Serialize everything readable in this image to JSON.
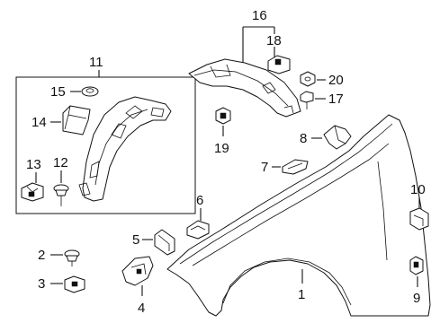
{
  "diagram": {
    "callouts": {
      "c1": "1",
      "c2": "2",
      "c3": "3",
      "c4": "4",
      "c5": "5",
      "c6": "6",
      "c7": "7",
      "c8": "8",
      "c9": "9",
      "c10": "10",
      "c11": "11",
      "c12": "12",
      "c13": "13",
      "c14": "14",
      "c15": "15",
      "c16": "16",
      "c17": "17",
      "c18": "18",
      "c19": "19",
      "c20": "20"
    },
    "colors": {
      "ink": "#111111",
      "background": "#ffffff"
    }
  }
}
